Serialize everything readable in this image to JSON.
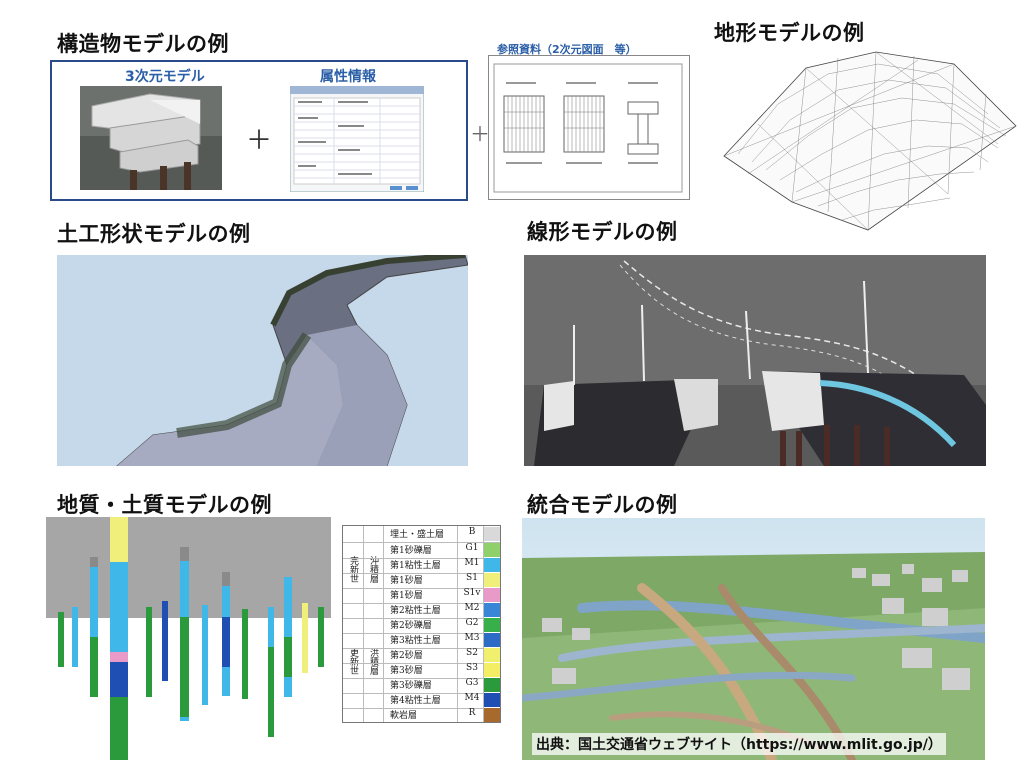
{
  "headings": {
    "structure": "構造物モデルの例",
    "terrain": "地形モデルの例",
    "earthwork": "土工形状モデルの例",
    "alignment": "線形モデルの例",
    "geology": "地質・土質モデルの例",
    "integrated": "統合モデルの例"
  },
  "structure": {
    "model_label": "3次元モデル",
    "attr_label": "属性情報",
    "reference_label": "参照資料（2次元図面　等）",
    "plus": "＋"
  },
  "geology_legend": {
    "group1": "完新世",
    "group1_sub": "沖積層",
    "group2": "更新世",
    "group2_sub": "洪積層",
    "rows": [
      {
        "name": "埋土・盛土層",
        "code": "B",
        "color": "#d9d9d9"
      },
      {
        "name": "第1砂礫層",
        "code": "G1",
        "color": "#8fd06b"
      },
      {
        "name": "第1粘性土層",
        "code": "M1",
        "color": "#3fb7e8"
      },
      {
        "name": "第1砂層",
        "code": "S1",
        "color": "#f1ef7c"
      },
      {
        "name": "第1砂層",
        "code": "S1v",
        "color": "#e99ac8"
      },
      {
        "name": "第2粘性土層",
        "code": "M2",
        "color": "#3a86d6"
      },
      {
        "name": "第2砂礫層",
        "code": "G2",
        "color": "#37b04a"
      },
      {
        "name": "第3粘性土層",
        "code": "M3",
        "color": "#2e6bc4"
      },
      {
        "name": "第2砂層",
        "code": "S2",
        "color": "#f1ef6e"
      },
      {
        "name": "第3砂層",
        "code": "S3",
        "color": "#f3ee63"
      },
      {
        "name": "第3砂礫層",
        "code": "G3",
        "color": "#2b9a3c"
      },
      {
        "name": "第4粘性土層",
        "code": "M4",
        "color": "#1f4fb3"
      },
      {
        "name": "軟岩層",
        "code": "R",
        "color": "#a86a2c"
      }
    ]
  },
  "source": "出典：国土交通省ウェブサイト（https://www.mlit.go.jp/）"
}
